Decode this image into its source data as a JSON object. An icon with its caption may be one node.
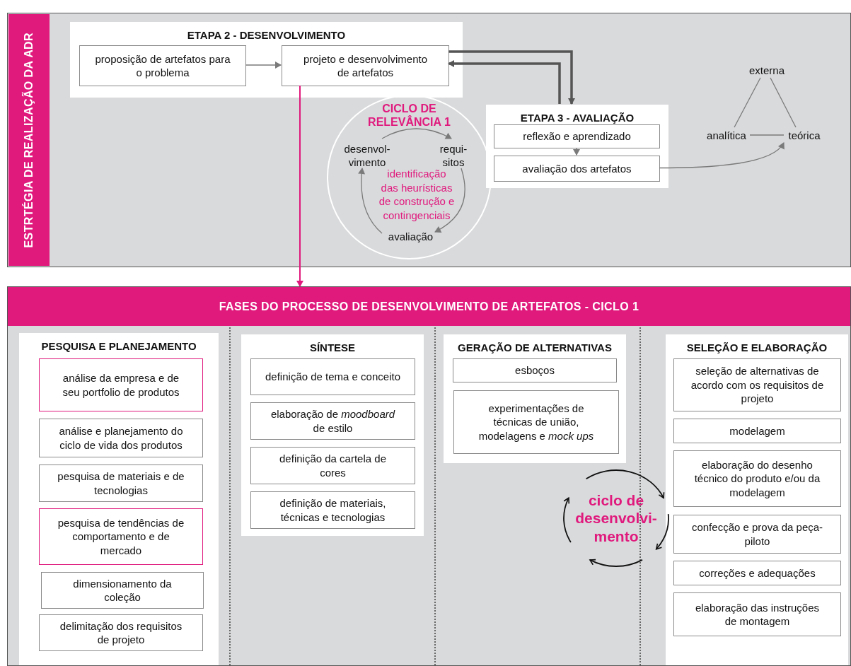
{
  "diagram": {
    "nodes": [
      {
        "text": [
          "ESTRTÉGIA DE REALIZAÇÃO DA ADR"
        ]
      },
      {
        "text": [
          "ETAPA 2 - DESENVOLVIMENTO"
        ],
        "in": 0
      },
      {
        "text": [
          "proposição de artefatos para o problema"
        ],
        "in": 1
      },
      {
        "text": [
          "projeto e desenvolvimento de artefatos"
        ],
        "in": 1
      },
      {
        "text": [
          "CICLO DE RELEVÂNCIA 1",
          "identificação das heurísticas de construção e contingenciais"
        ],
        "in": 0
      },
      {
        "text": [
          "desenvol- vimento"
        ],
        "in": 4
      },
      {
        "text": [
          "requi- sitos"
        ],
        "in": 4
      },
      {
        "text": [
          "avaliação"
        ],
        "in": 4
      },
      {
        "text": [
          "ETAPA 3 - AVALIAÇÃO"
        ],
        "in": 0
      },
      {
        "text": [
          "reflexão e aprendizado"
        ],
        "in": 8
      },
      {
        "text": [
          "avaliação dos artefatos"
        ],
        "in": 8
      },
      {
        "text": [
          "externa"
        ],
        "in": 0
      },
      {
        "text": [
          "analítica"
        ],
        "in": 0
      },
      {
        "text": [
          "teórica"
        ],
        "in": 0
      },
      {
        "text": [
          "FASES DO PROCESSO DE DESENVOLVIMENTO DE ARTEFATOS - CICLO 1"
        ]
      },
      {
        "text": [
          "PESQUISA E PLANEJAMENTO"
        ],
        "in": 14
      },
      {
        "text": [
          "análise da empresa e de seu portfolio de produtos"
        ],
        "in": 15
      },
      {
        "text": [
          "análise e planejamento do ciclo de vida dos produtos"
        ],
        "in": 15
      },
      {
        "text": [
          "pesquisa de materiais e de tecnologias"
        ],
        "in": 15
      },
      {
        "text": [
          "pesquisa de tendências de comportamento e de mercado"
        ],
        "in": 15
      },
      {
        "text": [
          "dimensionamento da coleção"
        ],
        "in": 15
      },
      {
        "text": [
          "delimitação dos requisitos de projeto"
        ],
        "in": 15
      },
      {
        "text": [
          "SÍNTESE"
        ],
        "in": 14
      },
      {
        "text": [
          "definição de tema e conceito"
        ],
        "in": 22
      },
      {
        "text": [
          "elaboração de *moodboard* de estilo"
        ],
        "in": 22
      },
      {
        "text": [
          "definição da cartela de cores"
        ],
        "in": 22
      },
      {
        "text": [
          "definição de materiais, técnicas e tecnologias"
        ],
        "in": 22
      },
      {
        "text": [
          "GERAÇÃO DE ALTERNATIVAS"
        ],
        "in": 14
      },
      {
        "text": [
          "esboços"
        ],
        "in": 27
      },
      {
        "text": [
          "experimentações de técnicas de união, modelagens e *mock ups*"
        ],
        "in": 27
      },
      {
        "text": [
          "SELEÇÃO E ELABORAÇÃO"
        ],
        "in": 14
      },
      {
        "text": [
          "seleção de alternativas de acordo com os requisitos de projeto"
        ],
        "in": 30
      },
      {
        "text": [
          "modelagem"
        ],
        "in": 30
      },
      {
        "text": [
          "elaboração do desenho técnico do produto e/ou da modelagem"
        ],
        "in": 30
      },
      {
        "text": [
          "confecção e prova da peça-piloto"
        ],
        "in": 30
      },
      {
        "text": [
          "correções e adequações"
        ],
        "in": 30
      },
      {
        "text": [
          "elaboração das instruções de montagem"
        ],
        "in": 30
      },
      {
        "text": [
          "ciclo de desenvolvi- mento"
        ],
        "in": 14
      }
    ],
    "edges": [
      {
        "from": 2,
        "to": 3,
        "arrow": "to"
      },
      {
        "from": 3,
        "to": 8,
        "arrow": "to",
        "style": "thick"
      },
      {
        "from": 8,
        "to": 3,
        "arrow": "to",
        "style": "thick"
      },
      {
        "from": 3,
        "to": 14,
        "arrow": "to",
        "color": "#e0197d"
      },
      {
        "from": 5,
        "to": 6,
        "arrow": "to"
      },
      {
        "from": 6,
        "to": 7,
        "arrow": "to"
      },
      {
        "from": 7,
        "to": 5,
        "arrow": "to"
      },
      {
        "from": 9,
        "to": 10,
        "arrow": "to"
      },
      {
        "from": 10,
        "to": 13,
        "arrow": "to"
      },
      {
        "from": 11,
        "to": 12,
        "arrow": "none"
      },
      {
        "from": 11,
        "to": 13,
        "arrow": "none"
      },
      {
        "from": 12,
        "to": 13,
        "arrow": "none"
      }
    ]
  }
}
